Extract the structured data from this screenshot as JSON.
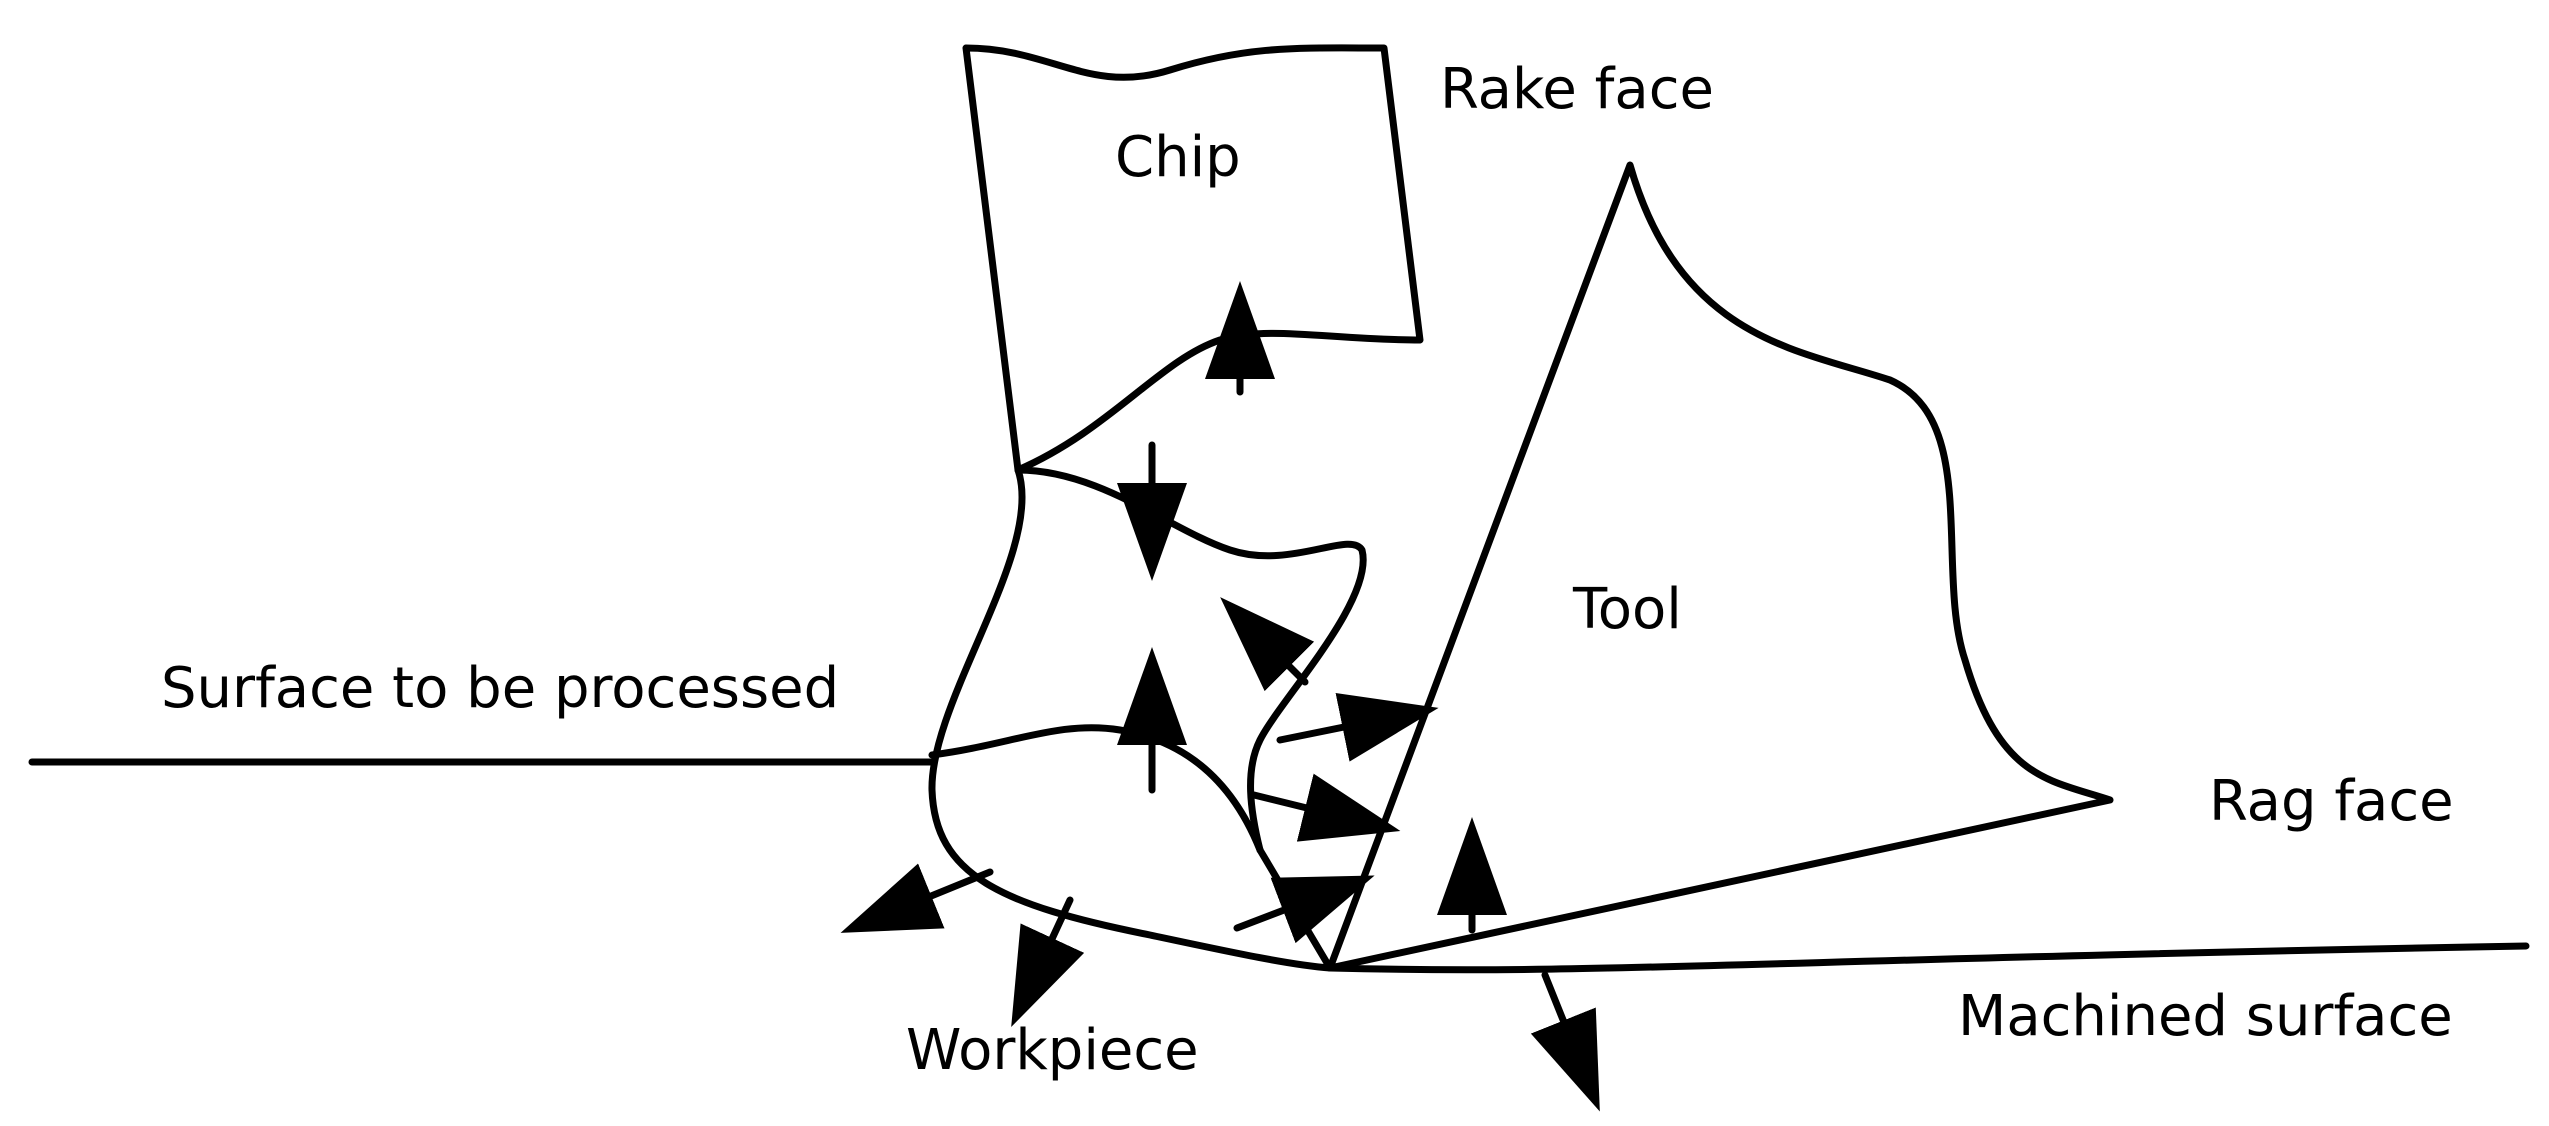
{
  "labels": {
    "chip": "Chip",
    "rake_face": "Rake face",
    "tool": "Tool",
    "surface_to_be_processed": "Surface to be processed",
    "rag_face": "Rag face",
    "workpiece": "Workpiece",
    "machined_surface": "Machined surface"
  },
  "colors": {
    "ink": "#000000",
    "background": "#ffffff"
  }
}
